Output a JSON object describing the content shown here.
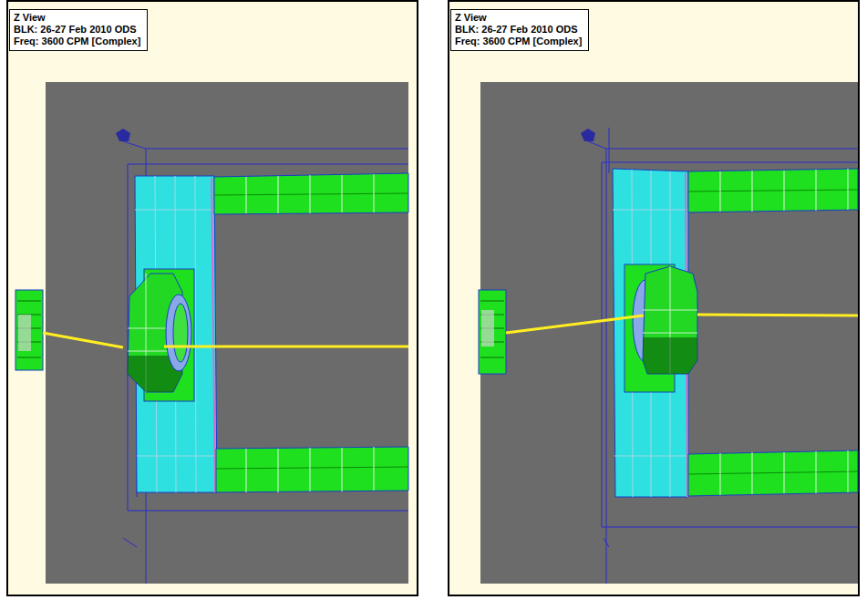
{
  "diagram": {
    "nodes": [
      {
        "text": [
          "Z View",
          "BLK: 26-27 Feb 2010 ODS",
          "Freq: 3600 CPM [Complex]"
        ]
      },
      {
        "text": [
          "Z View",
          "BLK: 26-27 Feb 2010 ODS",
          "Freq: 3600 CPM [Complex]"
        ]
      }
    ]
  }
}
